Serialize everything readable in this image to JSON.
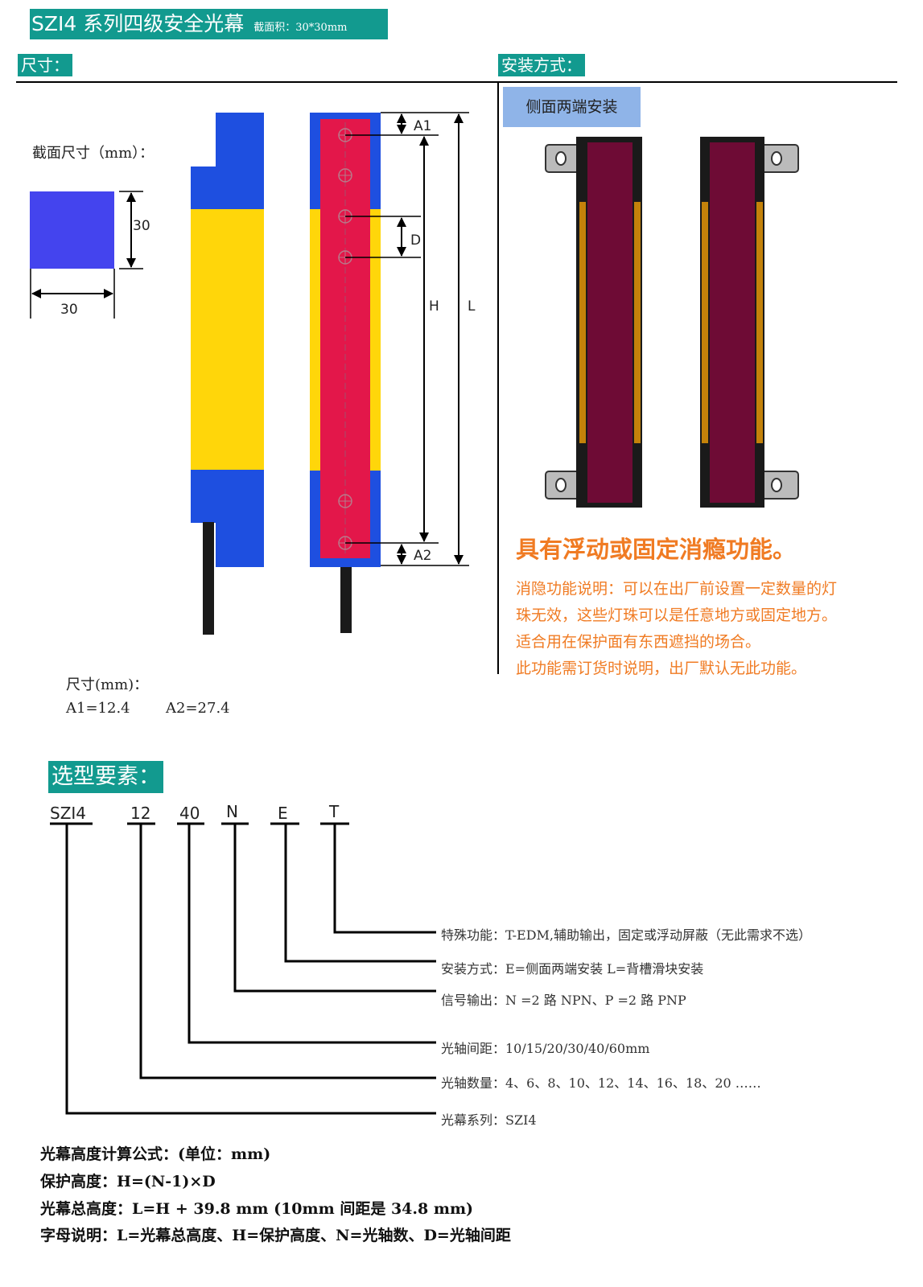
{
  "header": {
    "title": "SZI4 系列四级安全光幕",
    "section_area": "截面积：30*30mm"
  },
  "sections": {
    "dimensions_tag": "尺寸：",
    "mounting_tag": "安装方式：",
    "selection_tag": "选型要素："
  },
  "cross_section": {
    "label": "截面尺寸（mm）：",
    "height": "30",
    "width": "30",
    "color": "#4444ee"
  },
  "diagram_labels": {
    "a1": "A1",
    "d": "D",
    "h": "H",
    "l": "L",
    "a2": "A2"
  },
  "dimension_values": {
    "heading": "尺寸(mm)：",
    "a1": "A1=12.4",
    "a2": "A2=27.4"
  },
  "mounting": {
    "label": "侧面两端安装",
    "feature_title": "具有浮动或固定消瘾功能。",
    "feature_lines": [
      "消隐功能说明：可以在出厂前设置一定数量的灯",
      "珠无效，这些灯珠可以是任意地方或固定地方。",
      "适合用在保护面有东西遮挡的场合。",
      "此功能需订货时说明，出厂默认无此功能。"
    ]
  },
  "model_code": {
    "parts": [
      "SZI4",
      "12",
      "40",
      "N",
      "E",
      "T"
    ],
    "options": [
      "特殊功能：T-EDM,辅助输出，固定或浮动屏蔽（无此需求不选）",
      "安装方式：E=侧面两端安装   L=背槽滑块安装",
      "信号输出：N =2 路 NPN、P =2 路 PNP",
      "光轴间距：10/15/20/30/40/60mm",
      "光轴数量：4、6、8、10、12、14、16、18、20 ……",
      "光幕系列：SZI4"
    ]
  },
  "formulas": {
    "title": "光幕高度计算公式：(单位：mm)",
    "protect": "保护高度：H=(N-1)×D",
    "total": "光幕总高度：L=H + 39.8 mm (10mm 间距是 34.8 mm)",
    "legend": "字母说明：L=光幕总高度、H=保护高度、N=光轴数、D=光轴间距"
  },
  "colors": {
    "teal": "#129a8f",
    "housing_blue": "#1e4fe0",
    "yellow": "#ffd60a",
    "lens_red": "#e3174a",
    "maroon": "#6e0b35",
    "amber": "#c4820a",
    "orange_text": "#f07b23",
    "tag_blue": "#8fb4e8"
  }
}
